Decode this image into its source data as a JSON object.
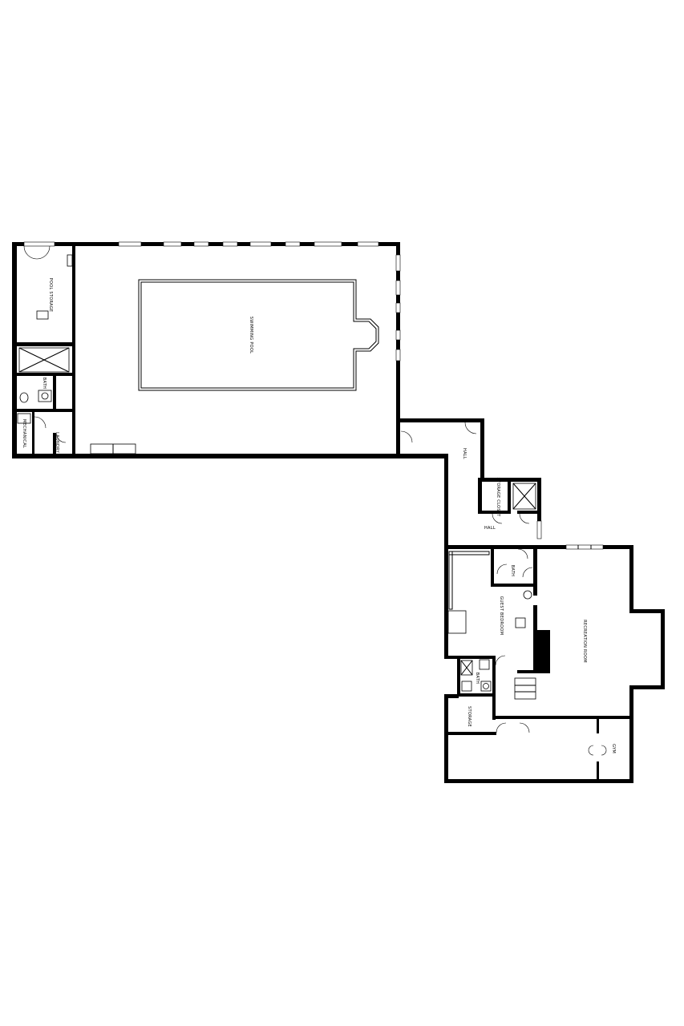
{
  "rooms": {
    "pool": "SWIMMING POOL",
    "pool_storage": "POOL STORAGE",
    "bath_left": "BATH",
    "mechanical": "MECHANICAL",
    "laundry": "LAUNDRY",
    "hall_upper": "HALL",
    "storage_closet": "STORAGE CLOSET",
    "hall_lower": "HALL",
    "bath_center": "BATH",
    "guest_bedroom": "GUEST BEDROOM",
    "recreation_room": "RECREATION ROOM",
    "bath_small": "BATH",
    "storage": "STORAGE",
    "gym": "GYM"
  },
  "icons": {
    "compass": "none"
  }
}
